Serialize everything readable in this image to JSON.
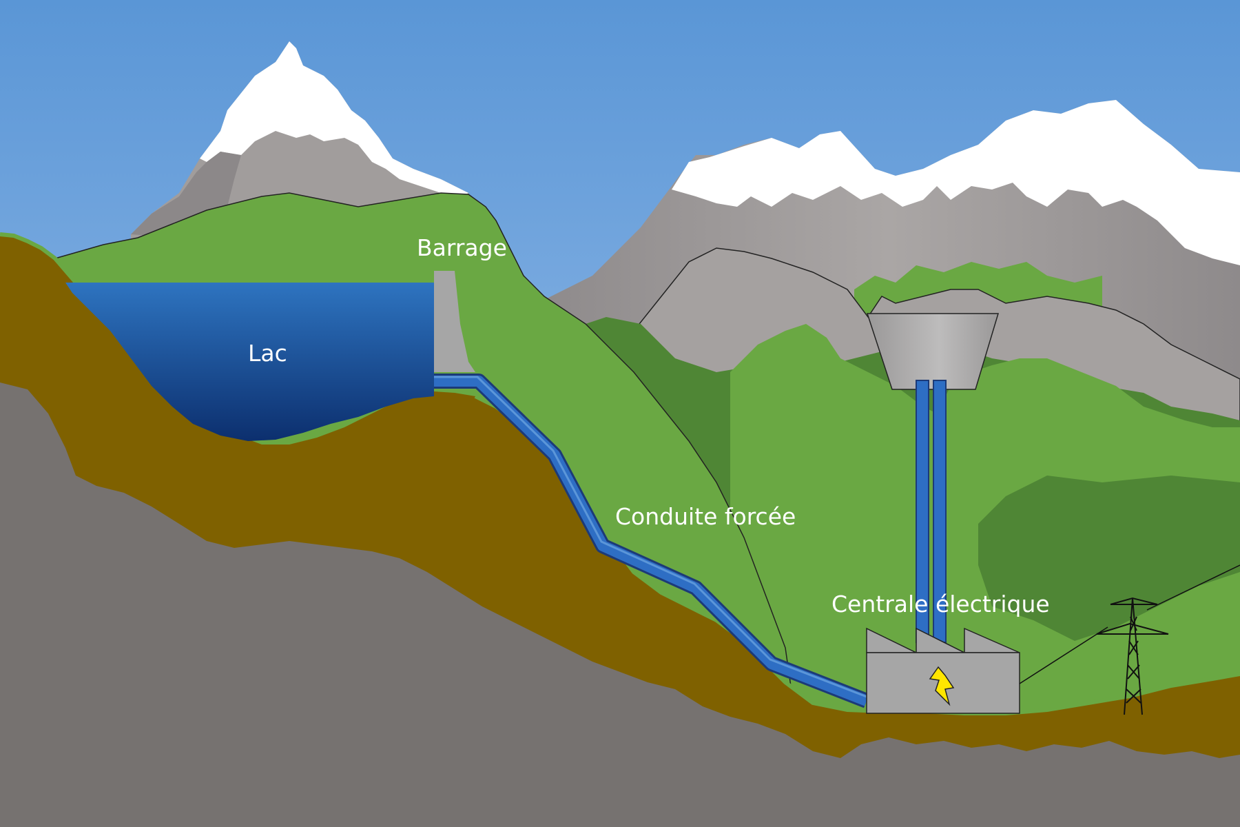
{
  "labels": {
    "lake": "Lac",
    "dam": "Barrage",
    "penstock": "Conduite forcée",
    "powerhouse": "Centrale électrique"
  },
  "colors": {
    "sky_top": "#5a96d6",
    "sky_bottom": "#a9c8ee",
    "snow": "#ffffff",
    "rock_gray": "#a19d9c",
    "rock_gray_dark": "#8c8889",
    "grass_light": "#6aa843",
    "grass_mid": "#5f9a3c",
    "grass_dark": "#4f8635",
    "soil": "#7f6100",
    "bedrock": "#767270",
    "water_top": "#2e74c0",
    "water_bottom": "#0c2f6e",
    "pipe_blue": "#2e6ec4",
    "concrete": "#a6a6a6",
    "bolt": "#ffe600"
  },
  "icons": {
    "powerhouse_bolt": "lightning-bolt-icon",
    "pylon": "power-pylon-icon"
  }
}
